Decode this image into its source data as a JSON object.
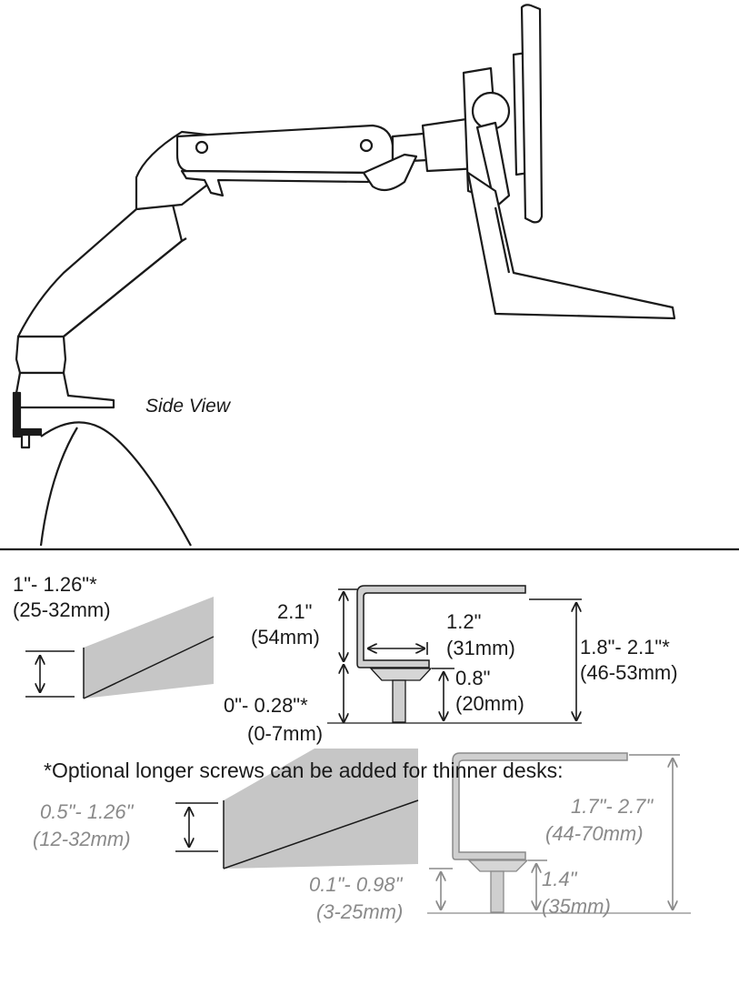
{
  "side_view_label": "Side View",
  "standard": {
    "desk_thickness": [
      "1\"- 1.26\"*",
      "(25-32mm)"
    ],
    "clamp_height": [
      "2.1\"",
      "(54mm)"
    ],
    "clamp_depth": [
      "1.2\"",
      "(31mm)"
    ],
    "range": [
      "1.8\"- 2.1\"*",
      "(46-53mm)"
    ],
    "screw_height": [
      "0.8\"",
      "(20mm)"
    ],
    "gap": [
      "0\"- 0.28\"*",
      "(0-7mm)"
    ]
  },
  "note": "*Optional longer screws can be added for thinner desks:",
  "optional": {
    "desk_thickness": [
      "0.5\"- 1.26\"",
      "(12-32mm)"
    ],
    "range": [
      "1.7\"- 2.7\"",
      "(44-70mm)"
    ],
    "screw_height": [
      "1.4\"",
      "(35mm)"
    ],
    "gap": [
      "0.1\"- 0.98\"",
      "(3-25mm)"
    ]
  },
  "colors": {
    "ink": "#1a1a1a",
    "metal": "#cfcfcf",
    "desk": "#c6c6c6",
    "muted": "#8a8a8a"
  }
}
